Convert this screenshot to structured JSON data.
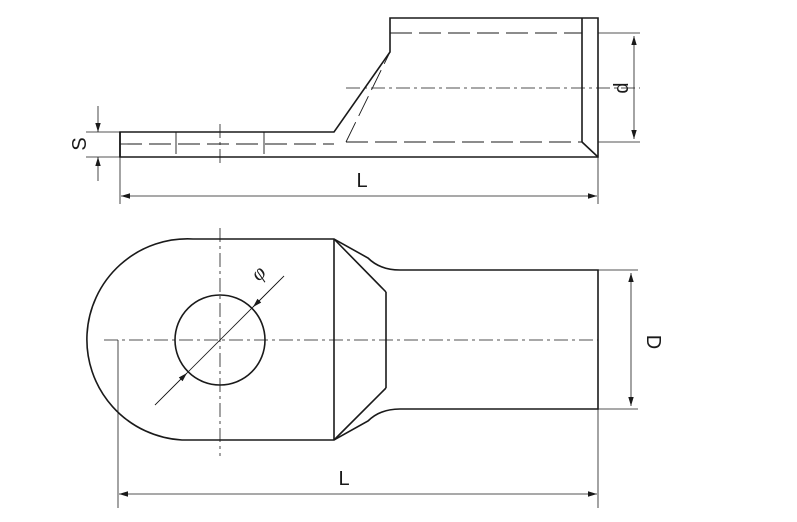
{
  "side_view": {
    "thickness_label": "S",
    "length_label": "L",
    "barrel_diameter_label": "d"
  },
  "top_view": {
    "hole_diameter_label": "φ",
    "barrel_outer_diameter_label": "D",
    "length_label": "L"
  },
  "colors": {
    "line": "#1a1a1a",
    "background": "#ffffff"
  }
}
